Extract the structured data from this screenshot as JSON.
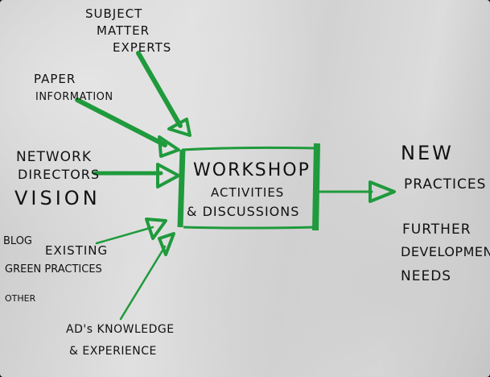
{
  "diagram": {
    "inputs": [
      {
        "id": "sme",
        "lines": [
          "SUBJECT",
          "MATTER",
          "EXPERTS"
        ]
      },
      {
        "id": "paper",
        "lines": [
          "PAPER",
          "INFORMATION"
        ]
      },
      {
        "id": "network",
        "lines": [
          "NETWORK",
          "DIRECTORS",
          "VISION"
        ]
      },
      {
        "id": "blog",
        "lines": [
          "BLOG"
        ]
      },
      {
        "id": "existing",
        "lines": [
          "EXISTING",
          "GREEN PRACTICES"
        ]
      },
      {
        "id": "other",
        "lines": [
          "OTHER"
        ]
      },
      {
        "id": "ad",
        "lines": [
          "AD's KNOWLEDGE",
          "& EXPERIENCE"
        ]
      }
    ],
    "process": {
      "lines": [
        "WORKSHOP",
        "ACTIVITIES",
        "& DISCUSSIONS"
      ]
    },
    "outputs": [
      {
        "id": "new",
        "lines": [
          "NEW",
          "PRACTICES"
        ]
      },
      {
        "id": "further",
        "lines": [
          "FURTHER",
          "DEVELOPMENT",
          "NEEDS"
        ]
      }
    ],
    "colors": {
      "ink": "#111111",
      "marker_green": "#1f9a3c"
    }
  }
}
